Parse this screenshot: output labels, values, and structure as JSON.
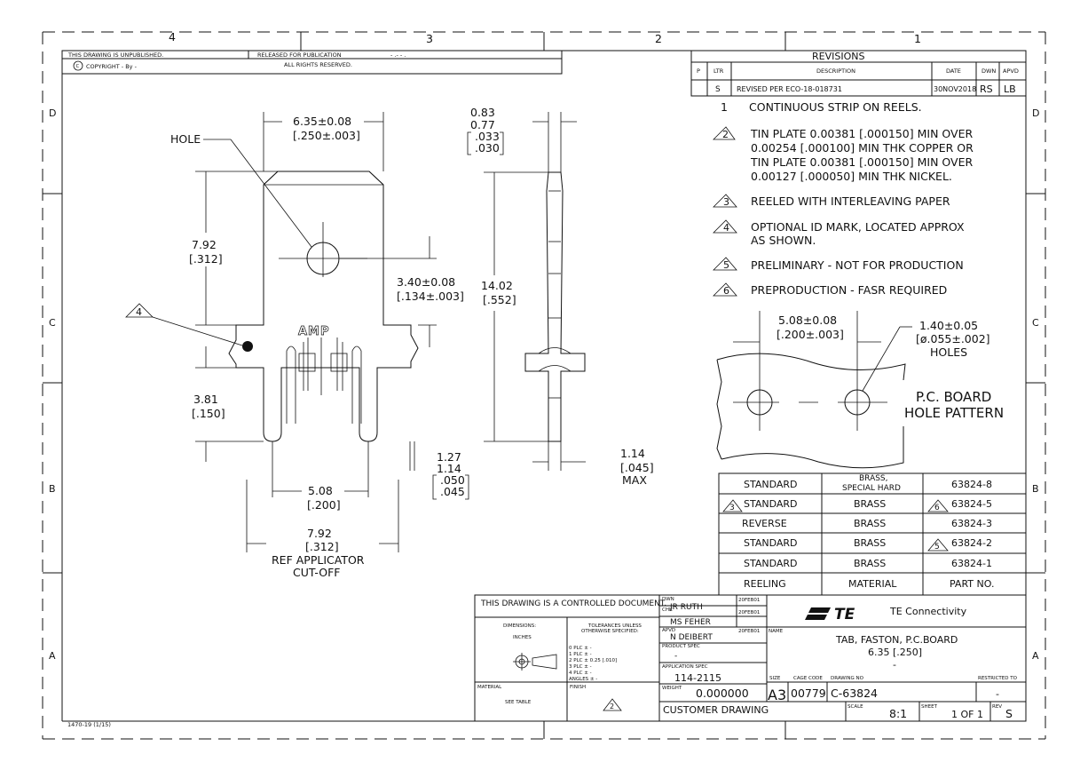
{
  "border": {
    "zones_top": [
      "4",
      "3",
      "2",
      "1"
    ],
    "zones_side": [
      "D",
      "C",
      "B",
      "A"
    ]
  },
  "header": {
    "unpublished": "THIS DRAWING IS UNPUBLISHED.",
    "released": "RELEASED FOR PUBLICATION",
    "released_date": "- .- - .",
    "copyright": "COPYRIGHT  -    By -",
    "rights": "ALL RIGHTS RESERVED."
  },
  "revisions": {
    "title": "REVISIONS",
    "col_p": "P",
    "col_ltr": "LTR",
    "col_desc": "DESCRIPTION",
    "col_date": "DATE",
    "col_dwn": "DWN",
    "col_apvd": "APVD",
    "row_ltr": "S",
    "row_desc": "REVISED PER ECO-18-018731",
    "row_date": "30NOV2018",
    "row_dwn": "RS",
    "row_apvd": "LB"
  },
  "notes": [
    {
      "num": "1",
      "text": "CONTINUOUS STRIP ON REELS."
    },
    {
      "num": "2",
      "lines": [
        "TIN PLATE 0.00381 [.000150] MIN OVER",
        "0.00254 [.000100] MIN THK COPPER OR",
        "TIN PLATE 0.00381 [.000150] MIN OVER",
        "0.00127 [.000050] MIN THK NICKEL."
      ]
    },
    {
      "num": "3",
      "text": "REELED WITH INTERLEAVING PAPER"
    },
    {
      "num": "4",
      "lines": [
        "OPTIONAL ID MARK, LOCATED APPROX",
        "AS SHOWN."
      ]
    },
    {
      "num": "5",
      "text": "PRELIMINARY - NOT FOR PRODUCTION"
    },
    {
      "num": "6",
      "text": "PREPRODUCTION - FASR REQUIRED"
    }
  ],
  "front_view": {
    "hole_label": "HOLE",
    "dim_width": "6.35±0.08",
    "dim_width_in": "[.250±.003]",
    "dim_792": "7.92",
    "dim_792_in": "[.312]",
    "dim_340": "3.40±0.08",
    "dim_340_in": "[.134±.003]",
    "dim_381": "3.81",
    "dim_381_in": "[.150]",
    "dim_508": "5.08",
    "dim_508_in": "[.200]",
    "dim_ref": "7.92",
    "dim_ref_in": "[.312]",
    "ref_label1": "REF APPLICATOR",
    "ref_label2": "CUT-OFF",
    "id_mark": "AMP",
    "note_flag": "4"
  },
  "side_view": {
    "t1": "0.83",
    "t2": "0.77",
    "t3": ".033",
    "t4": ".030",
    "h1": "14.02",
    "h2": "[.552]",
    "b1": "1.27",
    "b2": "1.14",
    "b3": ".050",
    "b4": ".045",
    "m1": "1.14",
    "m2": "[.045]",
    "m3": "MAX"
  },
  "pcb": {
    "dim1": "5.08±0.08",
    "dim1_in": "[.200±.003]",
    "dim2": "1.40±0.05",
    "dim2_in": "[ø.055±.002]",
    "holes": "HOLES",
    "title1": "P.C. BOARD",
    "title2": "HOLE PATTERN"
  },
  "part_table": {
    "rows": [
      {
        "style": "STANDARD",
        "material": "BRASS,",
        "material2": "SPECIAL HARD",
        "part": "63824-8",
        "style_flag": "",
        "part_flag": ""
      },
      {
        "style": "STANDARD",
        "material": "BRASS",
        "material2": "",
        "part": "63824-5",
        "style_flag": "3",
        "part_flag": "6"
      },
      {
        "style": "REVERSE",
        "material": "BRASS",
        "material2": "",
        "part": "63824-3",
        "style_flag": "",
        "part_flag": ""
      },
      {
        "style": "STANDARD",
        "material": "BRASS",
        "material2": "",
        "part": "63824-2",
        "style_flag": "",
        "part_flag": "5"
      },
      {
        "style": "STANDARD",
        "material": "BRASS",
        "material2": "",
        "part": "63824-1",
        "style_flag": "",
        "part_flag": ""
      }
    ],
    "head_style": "REELING",
    "head_material": "MATERIAL",
    "head_part": "PART NO."
  },
  "title_block": {
    "controlled": "THIS DRAWING IS A CONTROLLED DOCUMENT.",
    "dwn_label": "DWN",
    "dwn_name": "JR RUTH",
    "dwn_date": "20FEB01",
    "chk_label": "CHK",
    "chk_name": "MS FEHER",
    "chk_date": "20FEB01",
    "apvd_label": "APVD",
    "apvd_name": "N DEIBERT",
    "apvd_date": "20FEB01",
    "product_spec": "PRODUCT SPEC",
    "product_spec_val": "-",
    "application_spec": "APPLICATION SPEC",
    "application_spec_val": "114-2115",
    "weight": "WEIGHT",
    "weight_val": "0.000000",
    "customer": "CUSTOMER DRAWING",
    "dimensions": "DIMENSIONS:",
    "units": "INCHES",
    "tolerances1": "TOLERANCES UNLESS",
    "tolerances2": "OTHERWISE SPECIFIED:",
    "tol_lines": [
      "0  PLC       ±  -",
      "1  PLC       ±  -",
      "2  PLC       ±  0.25 [.010]",
      "3  PLC       ±  -",
      "4  PLC       ±  -",
      "ANGLES      ±  -"
    ],
    "material": "MATERIAL",
    "material_val": "SEE TABLE",
    "finish": "FINISH",
    "finish_flag": "2",
    "company_logo": "TE",
    "company": "TE Connectivity",
    "name_label": "NAME",
    "title1": "TAB, FASTON, P.C.BOARD",
    "title2": "6.35 [.250]",
    "title3": "-",
    "size_label": "SIZE",
    "size": "A3",
    "cage_label": "CAGE CODE",
    "cage": "00779",
    "dwg_label": "DRAWING NO",
    "dwg_no": "C-63824",
    "restricted": "RESTRICTED TO",
    "restricted_val": "-",
    "scale_label": "SCALE",
    "scale": "8:1",
    "sheet_label": "SHEET",
    "sheet": "1  OF  1",
    "rev_label": "REV",
    "rev": "S"
  },
  "footer": {
    "form": "1470-19  (1/15)"
  }
}
